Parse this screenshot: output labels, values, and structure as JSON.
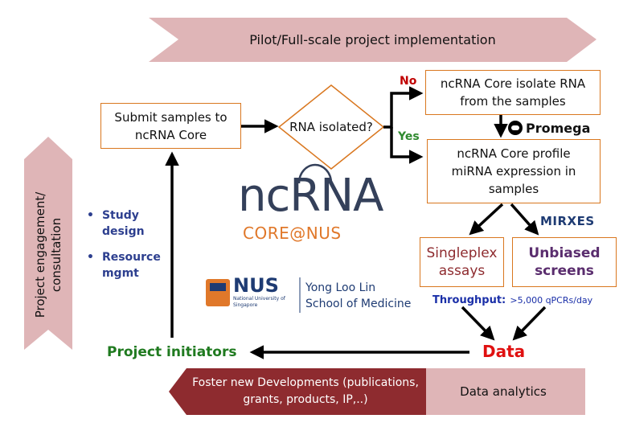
{
  "banners": {
    "top": "Pilot/Full-scale project implementation",
    "left": "Project engagement/ consultation",
    "bottom_left": "Foster new Developments (publications, grants, products, IP,..)",
    "bottom_right": "Data analytics"
  },
  "flow": {
    "submit": "Submit samples to ncRNA Core",
    "decision": "RNA isolated?",
    "no_label": "No",
    "yes_label": "Yes",
    "isolate": "ncRNA Core isolate RNA from the samples",
    "profile": "ncRNA Core profile miRNA expression in samples",
    "singleplex": "Singleplex assays",
    "unbiased": "Unbiased screens",
    "throughput_label": "Throughput:",
    "throughput_value": ">5,000 qPCRs/day",
    "data": "Data",
    "initiators": "Project initiators"
  },
  "bullets": [
    "Study design",
    "Resource mgmt"
  ],
  "logos": {
    "promega": "Promega",
    "mirxes": "MIRXES",
    "ncrna_nc": "nc",
    "ncrna_rna": "RNA",
    "ncrna_core": "CORE@NUS",
    "nus": "NUS",
    "nus_sub": "National University of Singapore",
    "yll_line1": "Yong Loo Lin",
    "yll_line2": "School of Medicine"
  },
  "colors": {
    "banner_pink": "#dfb5b7",
    "banner_dark_red": "#8e2b2f",
    "orange_border": "#d9771f",
    "no_red": "#c00000",
    "yes_green": "#2f8a2f",
    "initiators_green": "#1f7a1f",
    "data_red": "#e01010",
    "throughput_blue": "#1a2fa8",
    "bullet_blue": "#2d3f8f",
    "singleplex_brown": "#8e2b2f",
    "unbiased_purple": "#5a2d6e",
    "ncrna_navy": "#34405a",
    "ncrna_orange": "#e0782a",
    "nus_blue": "#1e3b73"
  }
}
